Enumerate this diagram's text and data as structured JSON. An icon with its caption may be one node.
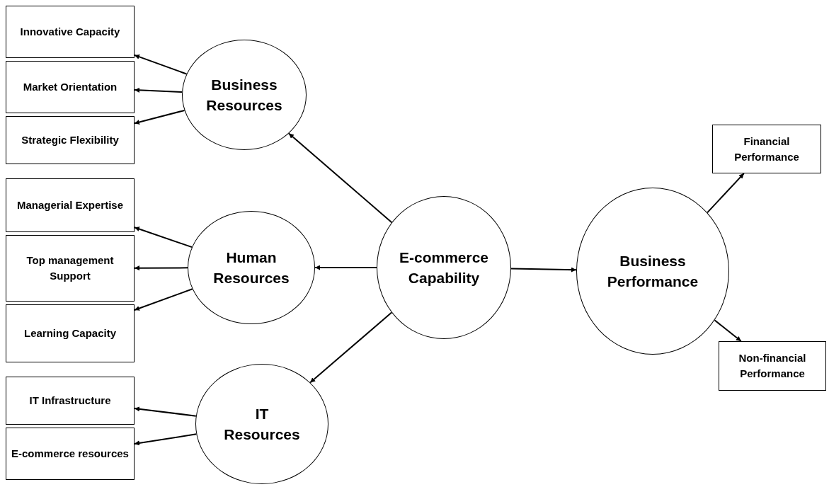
{
  "diagram": {
    "nodes": [
      {
        "text": [
          "Innovative Capacity"
        ]
      },
      {
        "text": [
          "Market Orientation"
        ]
      },
      {
        "text": [
          "Strategic Flexibility"
        ]
      },
      {
        "text": [
          "Managerial Expertise"
        ]
      },
      {
        "text": [
          "Top management Support"
        ]
      },
      {
        "text": [
          "Learning Capacity"
        ]
      },
      {
        "text": [
          "IT Infrastructure"
        ]
      },
      {
        "text": [
          "E-commerce resources"
        ]
      },
      {
        "text": [
          "Business Resources"
        ]
      },
      {
        "text": [
          "Human Resources"
        ]
      },
      {
        "text": [
          "IT Resources"
        ]
      },
      {
        "text": [
          "E-commerce Capability"
        ]
      },
      {
        "text": [
          "Business Performance"
        ]
      },
      {
        "text": [
          "Financial Performance"
        ]
      },
      {
        "text": [
          "Non-financial Performance"
        ]
      }
    ],
    "edges": [
      {
        "from": 11,
        "to": 8,
        "arrow": "to"
      },
      {
        "from": 11,
        "to": 9,
        "arrow": "to"
      },
      {
        "from": 11,
        "to": 10,
        "arrow": "to"
      },
      {
        "from": 11,
        "to": 12,
        "arrow": "to"
      },
      {
        "from": 8,
        "to": 0,
        "arrow": "to"
      },
      {
        "from": 8,
        "to": 1,
        "arrow": "to"
      },
      {
        "from": 8,
        "to": 2,
        "arrow": "to"
      },
      {
        "from": 9,
        "to": 3,
        "arrow": "to"
      },
      {
        "from": 9,
        "to": 4,
        "arrow": "to"
      },
      {
        "from": 9,
        "to": 5,
        "arrow": "to"
      },
      {
        "from": 10,
        "to": 6,
        "arrow": "to"
      },
      {
        "from": 10,
        "to": 7,
        "arrow": "to"
      },
      {
        "from": 12,
        "to": 13,
        "arrow": "to"
      },
      {
        "from": 12,
        "to": 14,
        "arrow": "to"
      }
    ]
  }
}
